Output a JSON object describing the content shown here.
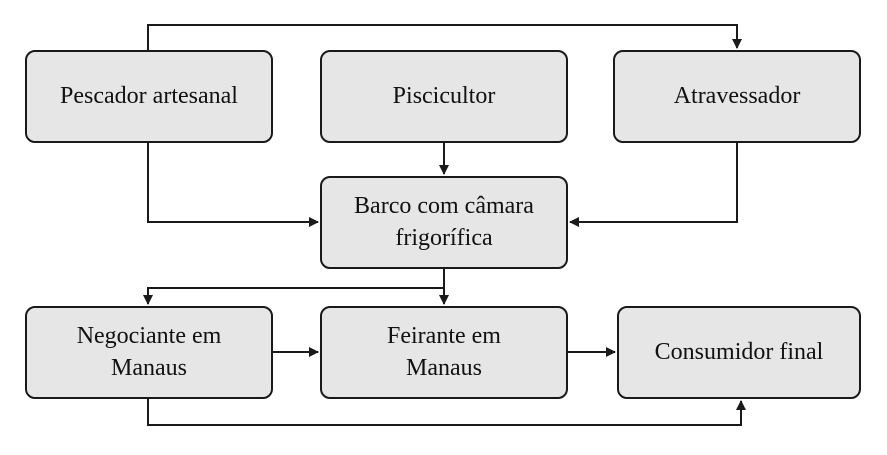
{
  "diagram": {
    "nodes": {
      "pescador": "Pescador artesanal",
      "piscicultor": "Piscicultor",
      "atravessador": "Atravessador",
      "barco": "Barco com câmara\nfrigorífica",
      "negociante": "Negociante em\nManaus",
      "feirante": "Feirante em\nManaus",
      "consumidor": "Consumidor final"
    },
    "edges": [
      [
        "pescador",
        "atravessador"
      ],
      [
        "pescador",
        "barco"
      ],
      [
        "piscicultor",
        "barco"
      ],
      [
        "atravessador",
        "barco"
      ],
      [
        "barco",
        "negociante"
      ],
      [
        "barco",
        "feirante"
      ],
      [
        "negociante",
        "feirante"
      ],
      [
        "feirante",
        "consumidor"
      ],
      [
        "negociante",
        "consumidor"
      ]
    ],
    "colors": {
      "box_fill": "#e6e6e6",
      "stroke": "#1a1a1a"
    }
  }
}
